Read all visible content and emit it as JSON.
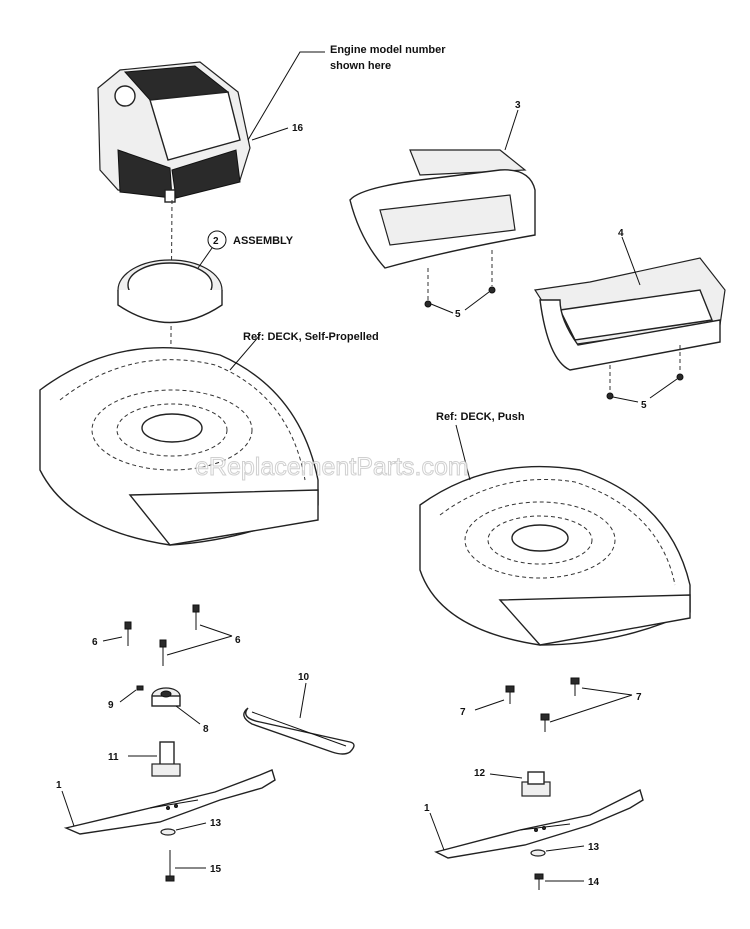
{
  "callouts": {
    "engine_note": "Engine model number\nshown here",
    "assembly": "ASSEMBLY",
    "assembly_ref": "2",
    "deck_sp": "Ref: DECK, Self-Propelled",
    "deck_push": "Ref: DECK, Push",
    "watermark": "eReplacementParts.com"
  },
  "part_numbers": {
    "engine": "16",
    "cover_sp": "3",
    "cover_push": "4",
    "screw_sp": "5",
    "screw_push": "5",
    "bolt_a": "6",
    "bolt_b": "6",
    "bolt_push": "7",
    "bolt_push_b": "7",
    "key": "9",
    "pulley": "8",
    "belt": "10",
    "adapter_sp": "11",
    "adapter_push": "12",
    "blade_sp": "1",
    "blade_push": "1",
    "washer_sp": "13",
    "washer_push": "13",
    "bolt_blade_sp": "15",
    "bolt_blade_push": "14"
  }
}
